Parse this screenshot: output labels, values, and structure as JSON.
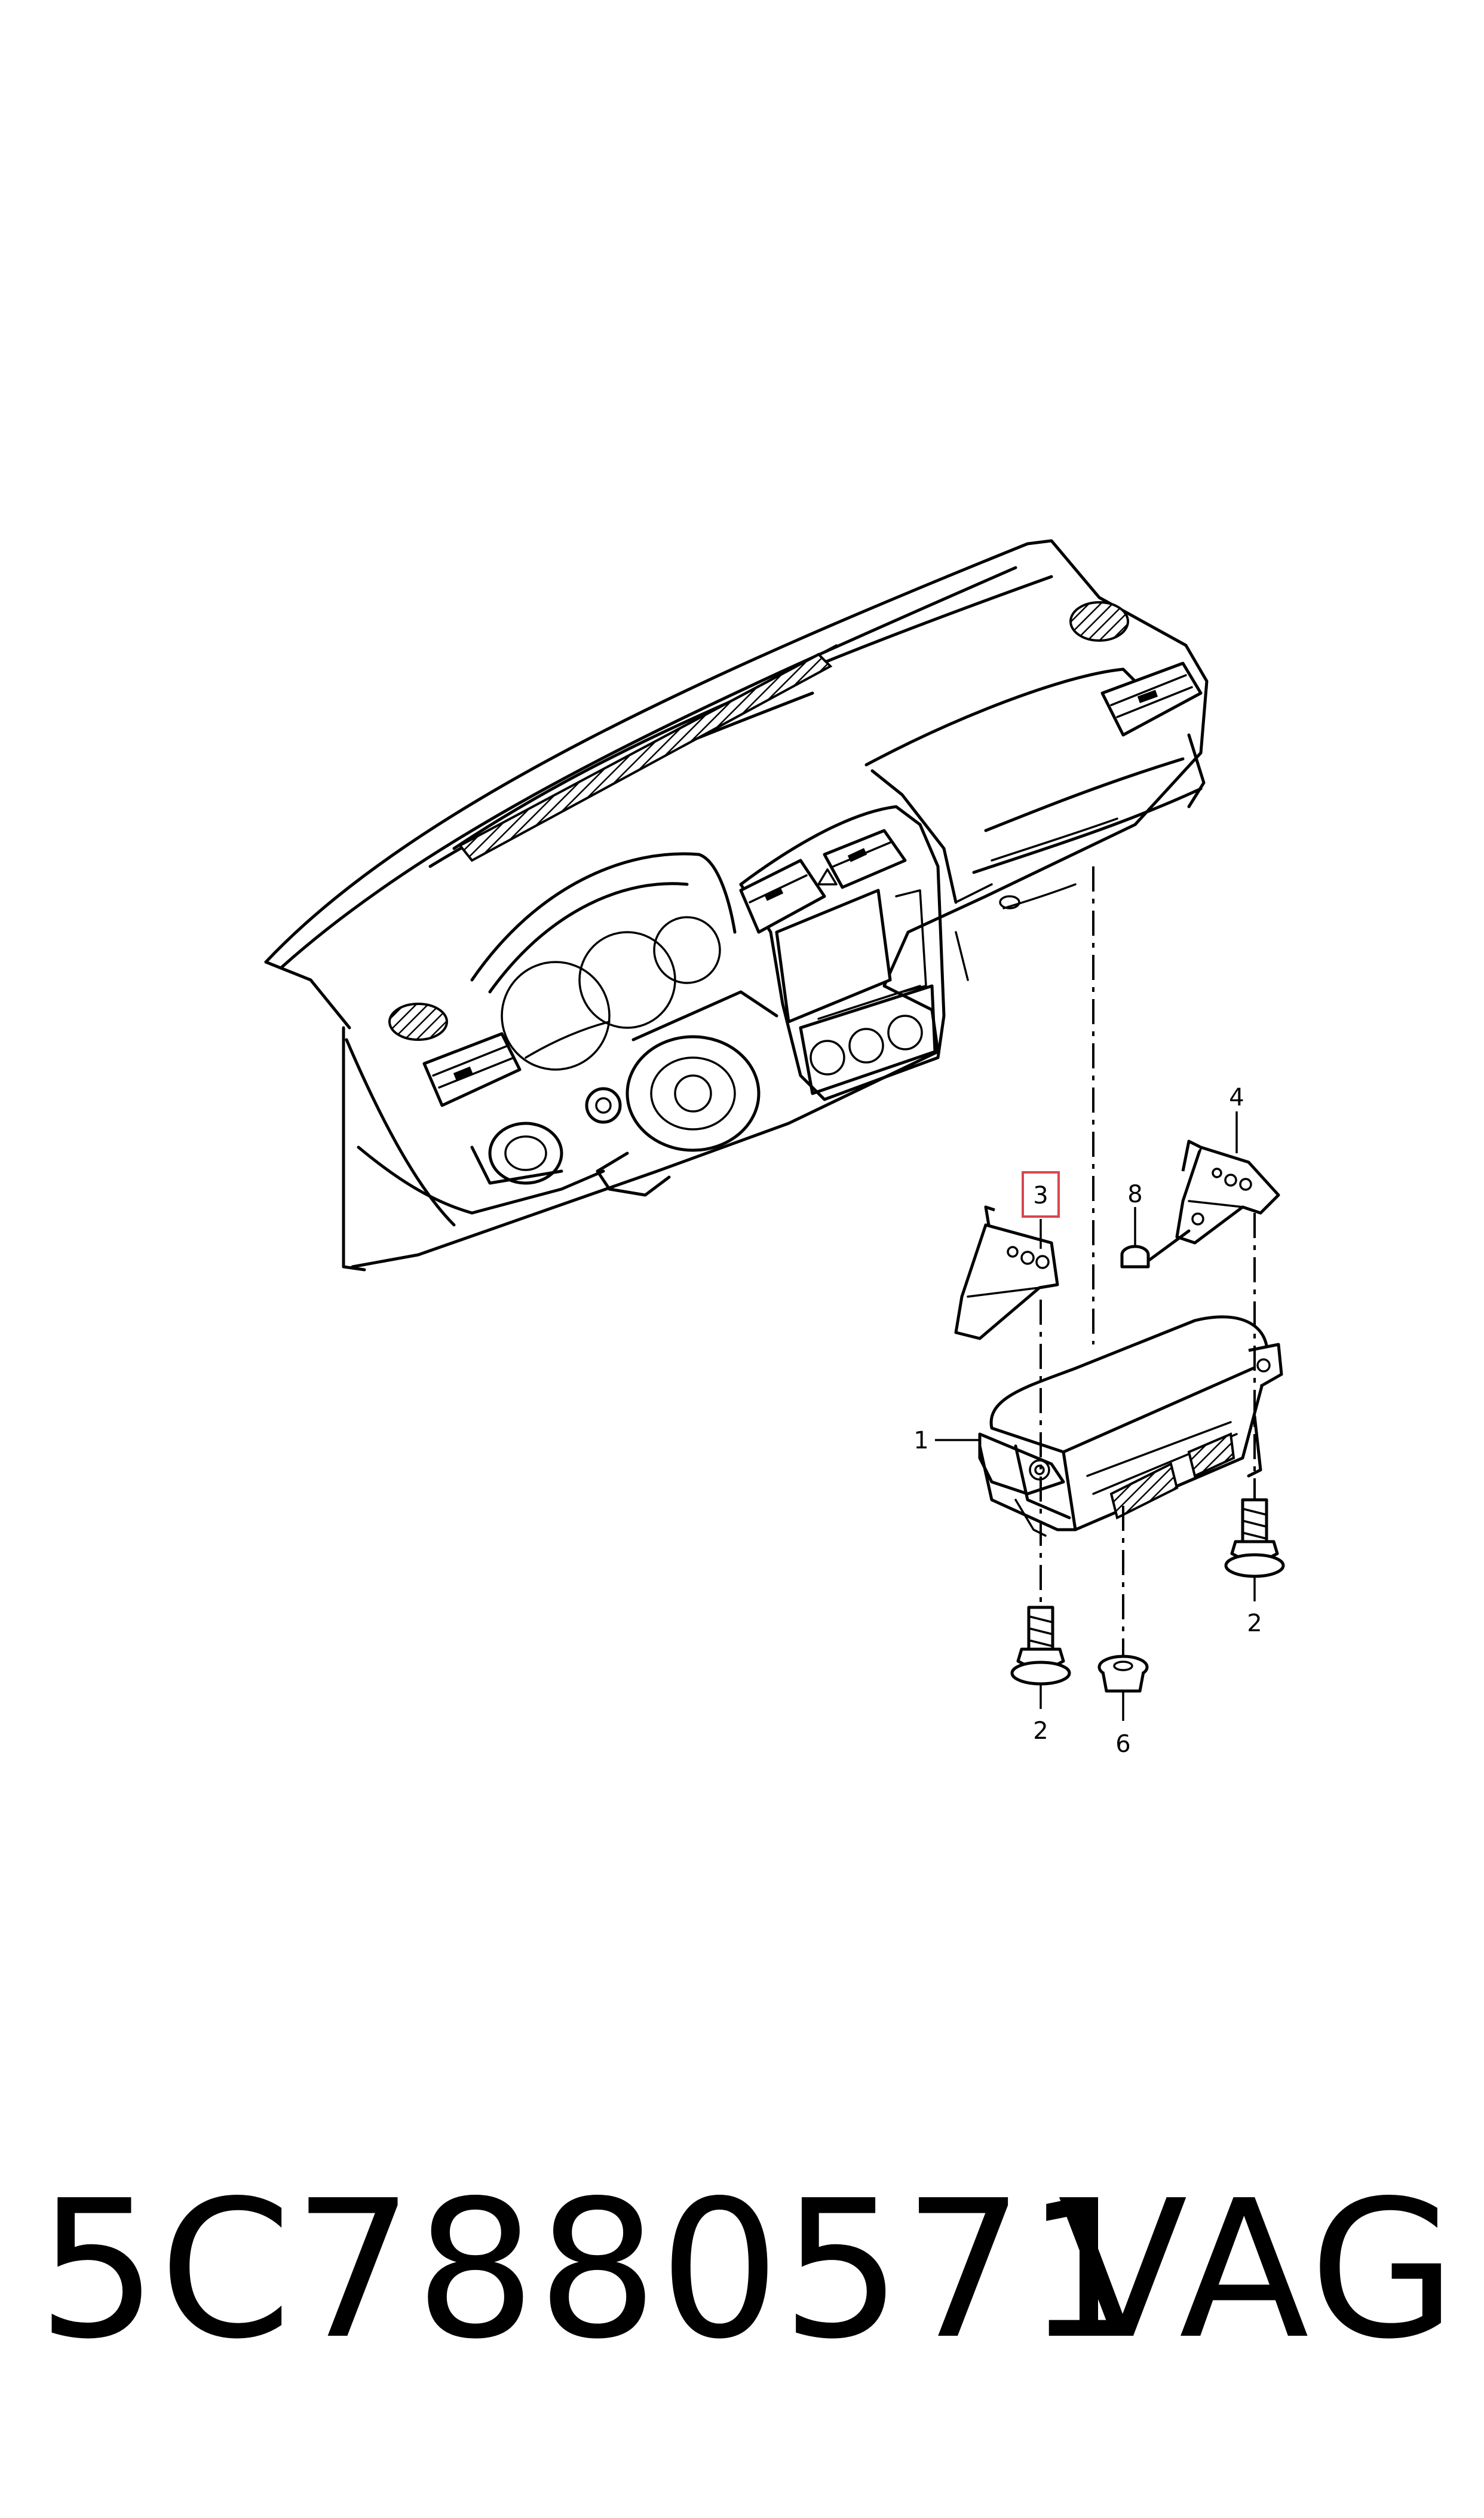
{
  "callouts": {
    "c1": "1",
    "c2a": "2",
    "c2b": "2",
    "c3": "3",
    "c4": "4",
    "c6": "6",
    "c8": "8"
  },
  "highlighted_callout": "3",
  "footer": {
    "part_number": "5C7880571",
    "brand": "VAG"
  },
  "colors": {
    "highlight": "#d8464e",
    "line": "#000000"
  }
}
